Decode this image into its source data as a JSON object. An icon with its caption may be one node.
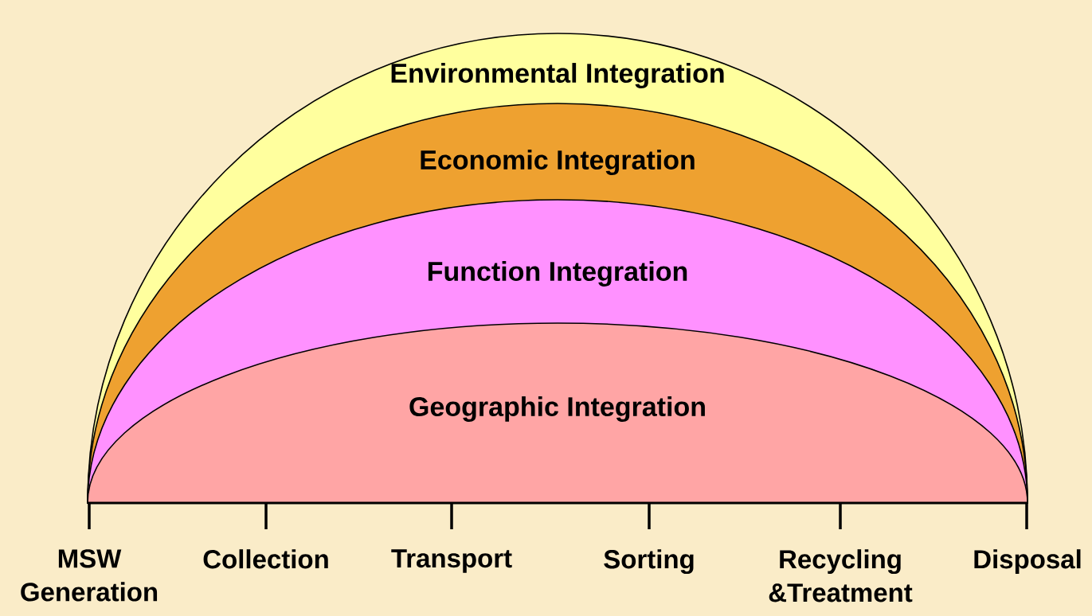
{
  "diagram": {
    "nodes": [
      {
        "text": [
          "Environmental Integration"
        ]
      },
      {
        "text": [
          "Economic Integration"
        ],
        "in": 0
      },
      {
        "text": [
          "Function Integration"
        ],
        "in": 1
      },
      {
        "text": [
          "Geographic Integration"
        ],
        "in": 2
      }
    ],
    "labels": [
      "MSW Generation",
      "Collection",
      "Transport",
      "Sorting",
      "Recycling &Treatment",
      "Disposal"
    ]
  }
}
